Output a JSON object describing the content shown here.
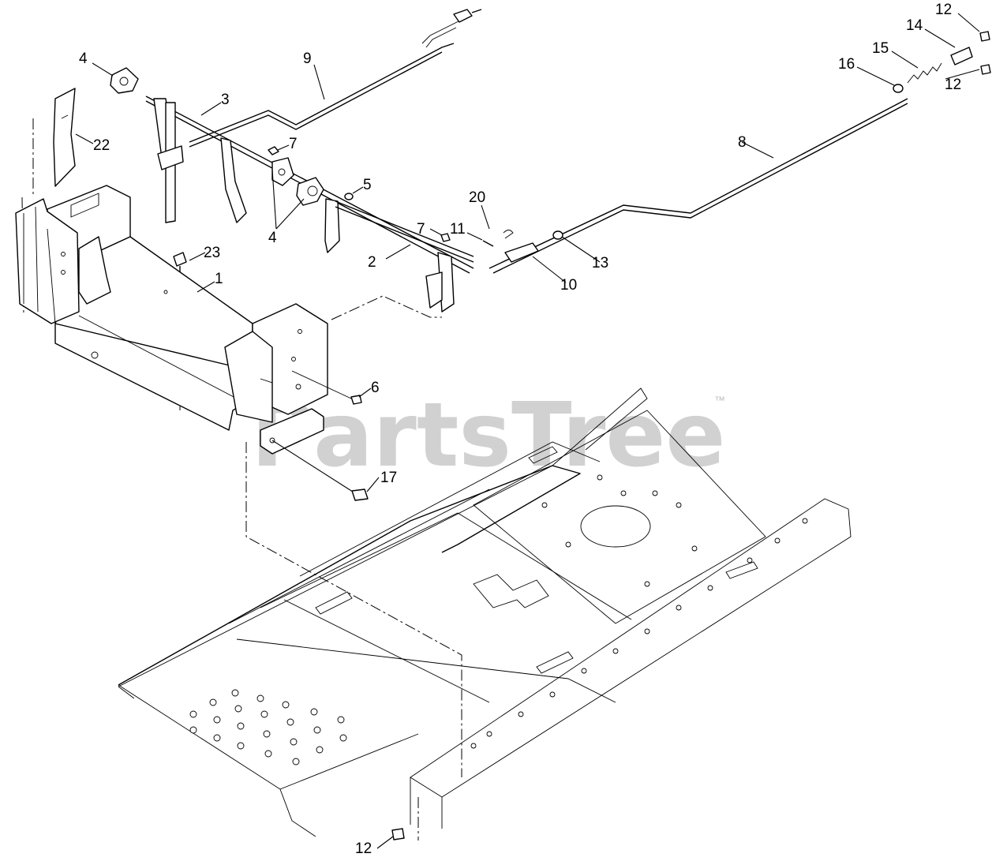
{
  "watermark": {
    "text": "PartsTree",
    "trademark": "™"
  },
  "callouts": [
    {
      "id": "c-12-top",
      "label": "12"
    },
    {
      "id": "c-14",
      "label": "14"
    },
    {
      "id": "c-15",
      "label": "15"
    },
    {
      "id": "c-16",
      "label": "16"
    },
    {
      "id": "c-12-right",
      "label": "12"
    },
    {
      "id": "c-4-top",
      "label": "4"
    },
    {
      "id": "c-9",
      "label": "9"
    },
    {
      "id": "c-3",
      "label": "3"
    },
    {
      "id": "c-22",
      "label": "22"
    },
    {
      "id": "c-7-top",
      "label": "7"
    },
    {
      "id": "c-8",
      "label": "8"
    },
    {
      "id": "c-5",
      "label": "5"
    },
    {
      "id": "c-4-mid",
      "label": "4"
    },
    {
      "id": "c-20",
      "label": "20"
    },
    {
      "id": "c-7-mid",
      "label": "7"
    },
    {
      "id": "c-11",
      "label": "11"
    },
    {
      "id": "c-23",
      "label": "23"
    },
    {
      "id": "c-2",
      "label": "2"
    },
    {
      "id": "c-13",
      "label": "13"
    },
    {
      "id": "c-1",
      "label": "1"
    },
    {
      "id": "c-10",
      "label": "10"
    },
    {
      "id": "c-6",
      "label": "6"
    },
    {
      "id": "c-17",
      "label": "17"
    },
    {
      "id": "c-12-bottom",
      "label": "12"
    }
  ]
}
